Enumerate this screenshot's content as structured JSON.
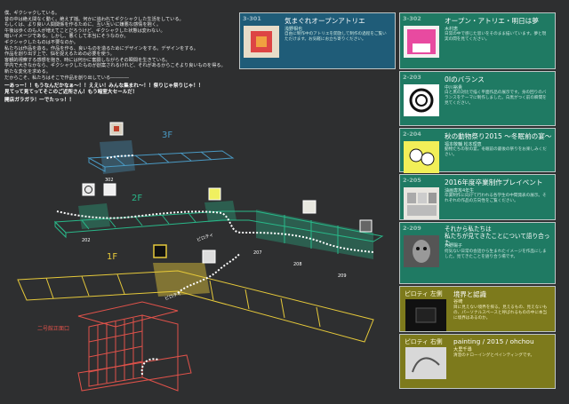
{
  "intro": {
    "lines": [
      "僕、ギクシャクしている。",
      "昔の中は絶え間なく動く。絶えず揺。何かに追われてギクシャクした生活をしている。",
      "もしくは、より良い人間関係を作るために、互い互いに嫌悪な感情を抱く。",
      "午後は歩くのも人が増えてことだろうけど、ギクシャクした状態は変わない。",
      "暗いイメージである。しかし、悪くして本当にそうなのか。",
      "ギクシャクしたものは不要なのか。",
      "私たちは作品を造る。作品を作る、良いものを造るためにデザインをする。デザインをする。",
      "作品を創り出す上で、悩を捉えるための必要を使う。",
      "客観的視察する感想を抱き、時には何かに奮闘しながらその瞬間を生きている。",
      "学内で大きなかなら、ギクシャクしたものが創案されるけれど、それがあるからこそより良いものを得る。",
      "新たな変化を求める。",
      "だからこそ、私たちはそこで作品を創り出している――――"
    ],
    "shout1": "一あっー！！もうなんだかなぁ〜！！ええい！みんな集まれ〜！！祭りじゃ祭りじゃ！！",
    "shout2": "見てって見てってそこのご近所さん！もう暗室大セールだ！",
    "shout3": "開店ガラガラ！一でたっっ！！"
  },
  "map": {
    "floor_3f": "3F",
    "floor_2f": "2F",
    "floor_1f": "1F",
    "room_302": "302",
    "room_202": "202",
    "room_207": "207",
    "room_208": "208",
    "room_209": "209",
    "pilotis_2f": "ピロティ",
    "pilotis_1f": "ピロティ",
    "entrance": "二号館正面口"
  },
  "cards": [
    {
      "room": "3-301",
      "title": "気まぐれオープンアトリエ",
      "author": "浅野相也",
      "desc": "自由に制作中のアトリエを開放して制作の過程をご覧いただけます。お気軽にお立ち寄りください。",
      "color": "#1f5c78"
    },
    {
      "room": "3-302",
      "title": "オープン・アトリエ・明日は夢",
      "author": "木村恵",
      "desc": "日常の中で感じた思いをそのまま描いています。夢と現実の間を見てください。",
      "color": "#1f7a63"
    },
    {
      "room": "2-203",
      "title": "0Iのバランス",
      "author": "中川裕貴",
      "desc": "白と黒の対比で描く平面作品の展示です。身の回りのバランスをテーマに制作しました。白黒がつく前の瞬間を見てください。",
      "color": "#1f7a63"
    },
    {
      "room": "2-204",
      "title": "秋の動物祭り2015 〜冬眠前の宴〜",
      "author": "福本敬輔 松本理恵",
      "desc": "動物たちの秋の宴。冬眠前の最後の祭りをお楽しみください。",
      "color": "#1f7a63"
    },
    {
      "room": "2-205",
      "title": "2016年度卒業制作プレイベント",
      "author": "油画専攻4年生",
      "desc": "卒業制作に向けて行われる各学生の中間発表の展示。それぞれの作品の方向性をご覧ください。",
      "color": "#1f7a63"
    },
    {
      "room": "2-209",
      "title": "それから私たちは\n私たちが見てきたことについて語り合った",
      "author": "大野陽子",
      "desc": "何気ない日常の会話から生まれたイメージを作品にしました。見てきたことを語り合う場です。",
      "color": "#1f7a63"
    },
    {
      "room": "ピロティ 左側",
      "title": "境界と認識",
      "author": "谷崎",
      "desc": "目に見えない境界を探る。見えるもの、見えないもの、パーソナルスペースと呼ばれるものの中に本当に境界はあるのか。",
      "color": "#7d7a1c"
    },
    {
      "room": "ピロティ 右側",
      "title": "painting / 2015 / ohchou",
      "author": "大里千尋",
      "desc": "清澄のドローイングとペインティングです。",
      "color": "#7d7a1c"
    }
  ],
  "colors": {
    "blue": "#1f5c78",
    "green": "#1f7a63",
    "olive": "#7d7a1c",
    "floor3": "#4a9ac4",
    "floor2": "#29b889",
    "floor1": "#e6c93a",
    "entrance": "#e0524a"
  }
}
